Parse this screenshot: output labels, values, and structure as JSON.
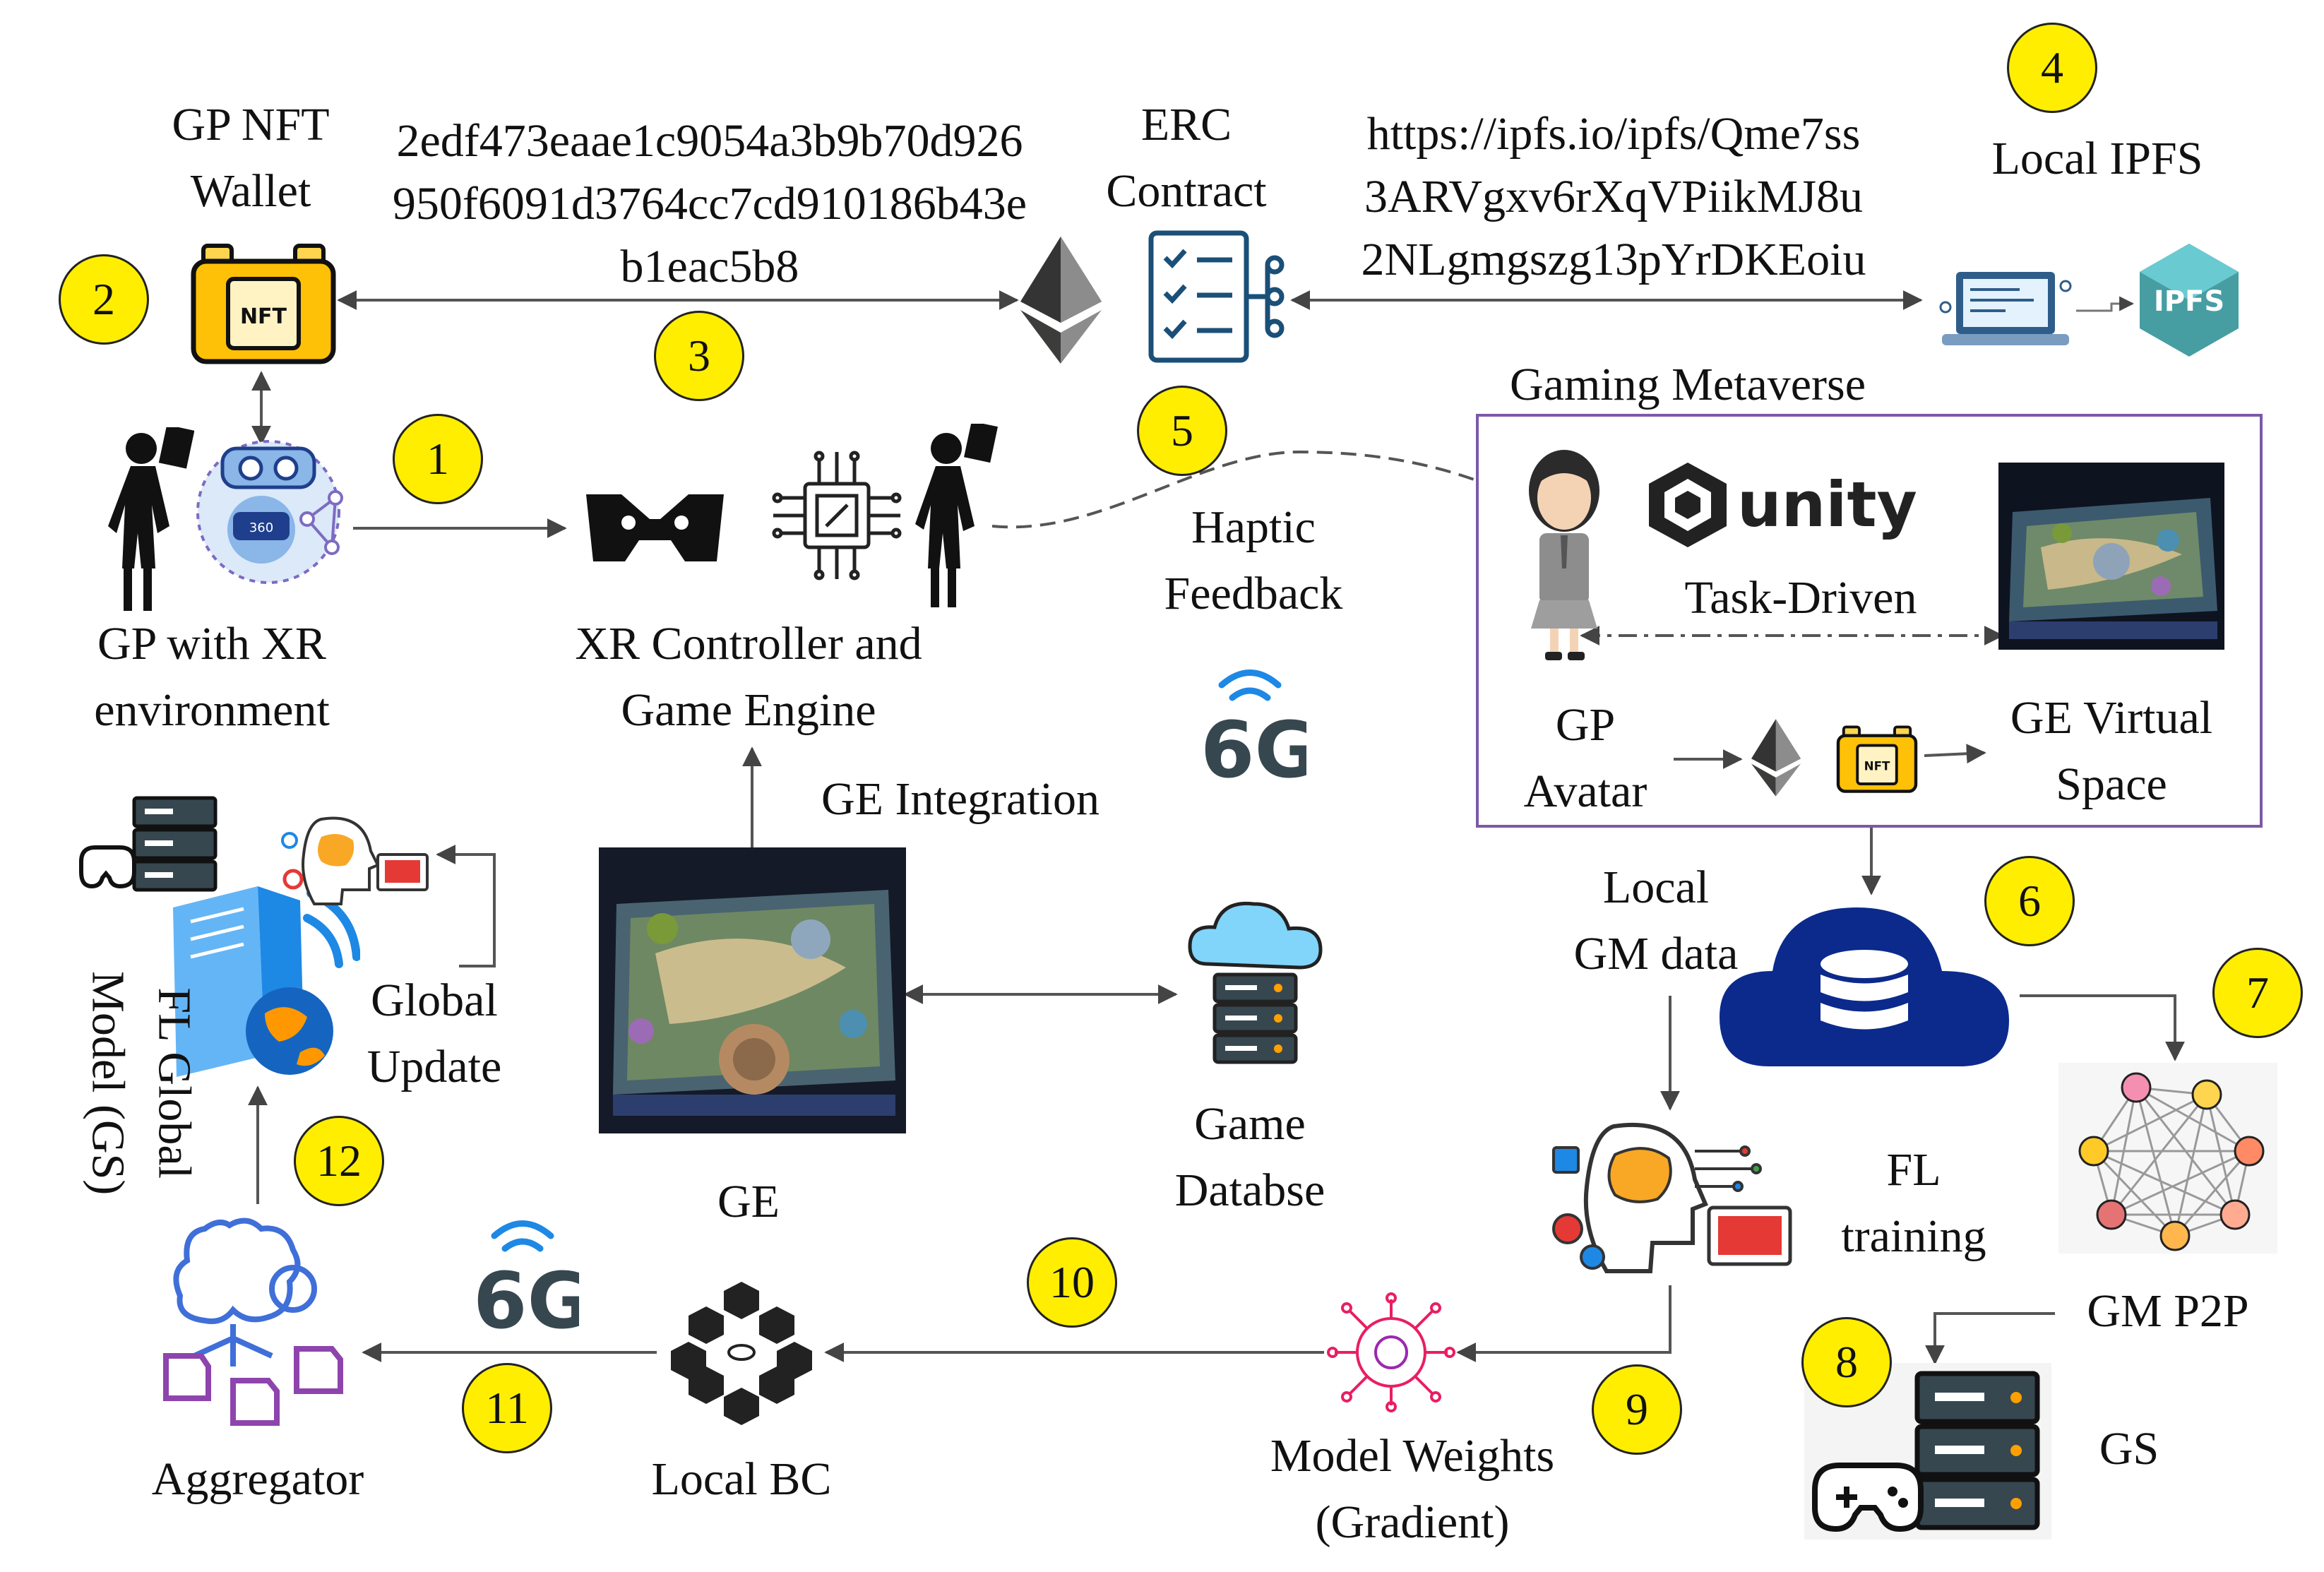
{
  "nodes": {
    "gp_nft_wallet": {
      "lines": [
        "GP NFT",
        "Wallet"
      ]
    },
    "wallet_address": {
      "lines": [
        "2edf473eaae1c9054a3b9b70d926",
        "950f6091d3764cc7cd910186b43e",
        "b1eac5b8"
      ]
    },
    "erc_contract": {
      "lines": [
        "ERC",
        "Contract"
      ]
    },
    "ipfs_url": {
      "lines": [
        "https://ipfs.io/ipfs/Qme7ss",
        "3ARVgxv6rXqVPiikMJ8u",
        "2NLgmgszg13pYrDKEoiu"
      ]
    },
    "local_ipfs": {
      "lines": [
        "Local IPFS"
      ]
    },
    "gaming_metaverse": {
      "lines": [
        "Gaming Metaverse"
      ]
    },
    "gp_xr": {
      "lines": [
        "GP with XR",
        "environment"
      ]
    },
    "xr_controller": {
      "lines": [
        "XR Controller and",
        "Game Engine"
      ]
    },
    "haptic": {
      "lines": [
        "Haptic",
        "Feedback"
      ]
    },
    "task_driven": {
      "lines": [
        "Task-Driven"
      ]
    },
    "gp_avatar": {
      "lines": [
        "GP",
        "Avatar"
      ]
    },
    "ge_virtual": {
      "lines": [
        "GE Virtual",
        "Space"
      ]
    },
    "ge_integration": {
      "lines": [
        "GE Integration"
      ]
    },
    "fl_global": {
      "lines": [
        "FL Global",
        "Model (GS)"
      ]
    },
    "global_update": {
      "lines": [
        "Global",
        "Update"
      ]
    },
    "local_gm_data": {
      "lines": [
        "Local",
        "GM data"
      ]
    },
    "game_database": {
      "lines": [
        "Game",
        "Databse"
      ]
    },
    "ge": {
      "lines": [
        "GE"
      ]
    },
    "fl_training": {
      "lines": [
        "FL",
        "training"
      ]
    },
    "gm_p2p": {
      "lines": [
        "GM P2P"
      ]
    },
    "gs": {
      "lines": [
        "GS"
      ]
    },
    "aggregator": {
      "lines": [
        "Aggregator"
      ]
    },
    "local_bc": {
      "lines": [
        "Local BC"
      ]
    },
    "model_weights": {
      "lines": [
        "Model Weights",
        "(Gradient)"
      ]
    }
  },
  "badges": [
    "1",
    "2",
    "3",
    "4",
    "5",
    "6",
    "7",
    "8",
    "9",
    "10",
    "11",
    "12"
  ],
  "logos": {
    "unity": "unity",
    "ipfs": "IPFS",
    "nft": "NFT",
    "six_g": "6G",
    "vr360": "360"
  },
  "colors": {
    "badge": "#ffee00",
    "metaverse_border": "#7b59a8",
    "cloud": "#0b2a8c",
    "six_g_blue": "#1e88e5",
    "six_g_dark": "#37474f"
  }
}
